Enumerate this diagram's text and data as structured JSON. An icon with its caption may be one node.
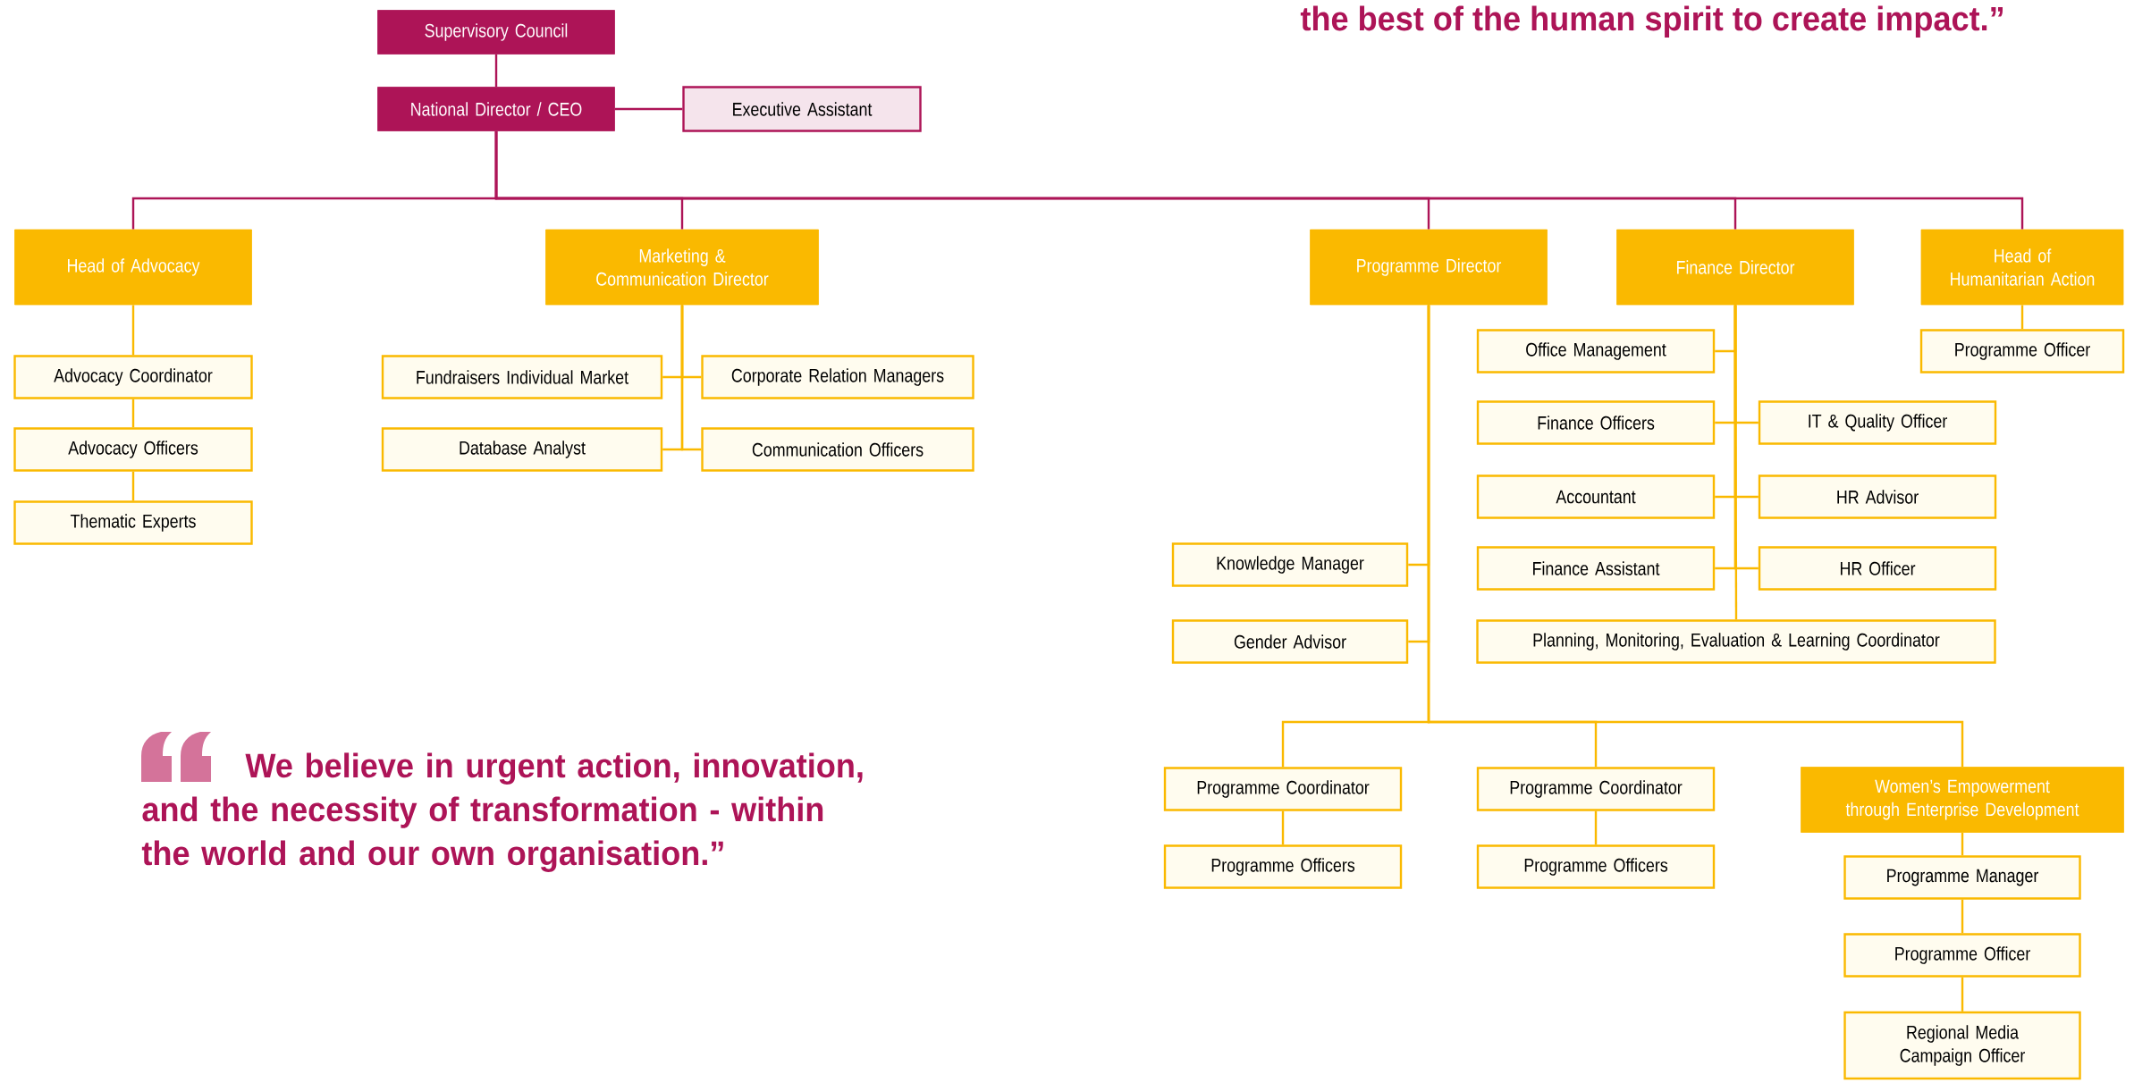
{
  "diagram": {
    "nodes": [
      {
        "text": [
          "Supervisory Council"
        ]
      },
      {
        "text": [
          "National Director / CEO"
        ]
      },
      {
        "text": [
          "Executive Assistant"
        ]
      },
      {
        "text": [
          "Head of Advocacy"
        ]
      },
      {
        "text": [
          "Advocacy Coordinator"
        ]
      },
      {
        "text": [
          "Advocacy Officers"
        ]
      },
      {
        "text": [
          "Thematic Experts"
        ]
      },
      {
        "text": [
          "Marketing & Communication Director"
        ]
      },
      {
        "text": [
          "Fundraisers Individual Market"
        ]
      },
      {
        "text": [
          "Corporate Relation Managers"
        ]
      },
      {
        "text": [
          "Database Analyst"
        ]
      },
      {
        "text": [
          "Communication Officers"
        ]
      },
      {
        "text": [
          "Programme Director"
        ]
      },
      {
        "text": [
          "Knowledge Manager"
        ]
      },
      {
        "text": [
          "Gender Advisor"
        ]
      },
      {
        "text": [
          "Programme Coordinator"
        ]
      },
      {
        "text": [
          "Programme Officers"
        ]
      },
      {
        "text": [
          "Programme Coordinator"
        ]
      },
      {
        "text": [
          "Programme Officers"
        ]
      },
      {
        "text": [
          "Women’s Empowerment through Enterprise Development"
        ]
      },
      {
        "text": [
          "Programme Manager"
        ]
      },
      {
        "text": [
          "Programme Officer"
        ]
      },
      {
        "text": [
          "Regional Media Campaign Officer"
        ]
      },
      {
        "text": [
          "Finance Director"
        ]
      },
      {
        "text": [
          "Office Management"
        ]
      },
      {
        "text": [
          "Finance Officers"
        ]
      },
      {
        "text": [
          "IT & Quality Officer"
        ]
      },
      {
        "text": [
          "Accountant"
        ]
      },
      {
        "text": [
          "HR Advisor"
        ]
      },
      {
        "text": [
          "Finance Assistant"
        ]
      },
      {
        "text": [
          "HR Officer"
        ]
      },
      {
        "text": [
          "Planning, Monitoring, Evaluation & Learning Coordinator"
        ]
      },
      {
        "text": [
          "Head of Humanitarian Action"
        ]
      },
      {
        "text": [
          "Programme Officer"
        ]
      }
    ],
    "edges": [
      {
        "from": 0,
        "to": 1,
        "arrow": "none",
        "color": "#ad1457"
      },
      {
        "from": 1,
        "to": 2,
        "arrow": "none",
        "color": "#ad1457"
      },
      {
        "from": 1,
        "to": 3,
        "arrow": "none",
        "color": "#ad1457"
      },
      {
        "from": 1,
        "to": 7,
        "arrow": "none",
        "color": "#ad1457"
      },
      {
        "from": 1,
        "to": 12,
        "arrow": "none",
        "color": "#ad1457"
      },
      {
        "from": 1,
        "to": 23,
        "arrow": "none",
        "color": "#ad1457"
      },
      {
        "from": 1,
        "to": 32,
        "arrow": "none",
        "color": "#ad1457"
      },
      {
        "from": 3,
        "to": 4,
        "arrow": "none"
      },
      {
        "from": 4,
        "to": 5,
        "arrow": "none"
      },
      {
        "from": 5,
        "to": 6,
        "arrow": "none"
      },
      {
        "from": 7,
        "to": 8,
        "arrow": "none"
      },
      {
        "from": 7,
        "to": 9,
        "arrow": "none"
      },
      {
        "from": 7,
        "to": 10,
        "arrow": "none"
      },
      {
        "from": 7,
        "to": 11,
        "arrow": "none"
      },
      {
        "from": 12,
        "to": 13,
        "arrow": "none"
      },
      {
        "from": 12,
        "to": 14,
        "arrow": "none"
      },
      {
        "from": 12,
        "to": 15,
        "arrow": "none"
      },
      {
        "from": 12,
        "to": 17,
        "arrow": "none"
      },
      {
        "from": 12,
        "to": 19,
        "arrow": "none"
      },
      {
        "from": 15,
        "to": 16,
        "arrow": "none"
      },
      {
        "from": 17,
        "to": 18,
        "arrow": "none"
      },
      {
        "from": 19,
        "to": 20,
        "arrow": "none"
      },
      {
        "from": 20,
        "to": 21,
        "arrow": "none"
      },
      {
        "from": 21,
        "to": 22,
        "arrow": "none"
      },
      {
        "from": 23,
        "to": 24,
        "arrow": "none"
      },
      {
        "from": 23,
        "to": 25,
        "arrow": "none"
      },
      {
        "from": 23,
        "to": 26,
        "arrow": "none"
      },
      {
        "from": 23,
        "to": 27,
        "arrow": "none"
      },
      {
        "from": 23,
        "to": 28,
        "arrow": "none"
      },
      {
        "from": 23,
        "to": 29,
        "arrow": "none"
      },
      {
        "from": 23,
        "to": 30,
        "arrow": "none"
      },
      {
        "from": 23,
        "to": 31,
        "arrow": "none"
      },
      {
        "from": 32,
        "to": 33,
        "arrow": "none"
      }
    ],
    "labels": [
      "the best of the human spirit to create impact.”",
      "We believe in urgent action, innovation, and the necessity of transformation - within the world and our own organisation.”"
    ]
  }
}
